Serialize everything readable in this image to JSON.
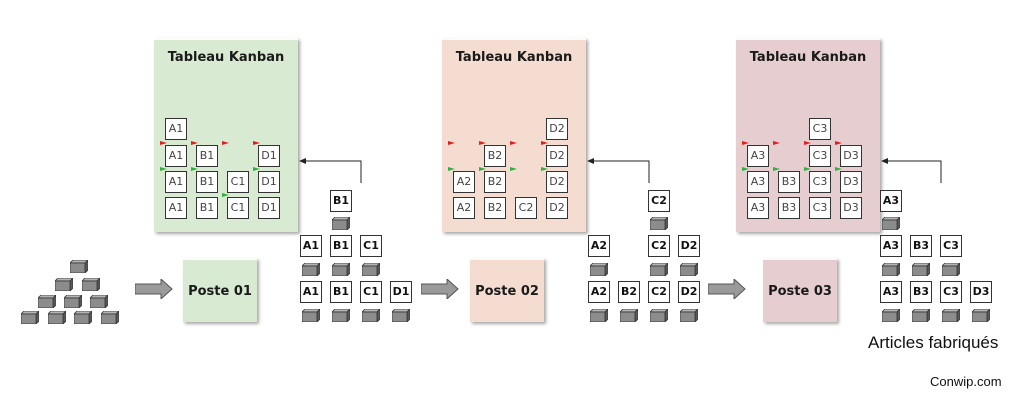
{
  "colors": {
    "board1": "#d9ead3",
    "board2": "#f4ddd0",
    "board3": "#e6cdcf",
    "flag_red": "#e02020",
    "flag_green": "#30b040",
    "brick": "#8c8c8c"
  },
  "boards": [
    {
      "title": "Tableau Kanban",
      "columns": [
        {
          "label": "A1",
          "count": 4
        },
        {
          "label": "B1",
          "count": 3
        },
        {
          "label": "C1",
          "count": 2
        },
        {
          "label": "D1",
          "count": 3
        }
      ]
    },
    {
      "title": "Tableau Kanban",
      "columns": [
        {
          "label": "A2",
          "count": 2
        },
        {
          "label": "B2",
          "count": 3
        },
        {
          "label": "C2",
          "count": 1
        },
        {
          "label": "D2",
          "count": 4
        }
      ]
    },
    {
      "title": "Tableau Kanban",
      "columns": [
        {
          "label": "A3",
          "count": 3
        },
        {
          "label": "B3",
          "count": 2
        },
        {
          "label": "C3",
          "count": 4
        },
        {
          "label": "D3",
          "count": 3
        }
      ]
    }
  ],
  "postes": [
    "Poste 01",
    "Poste 02",
    "Poste 03"
  ],
  "stocks": [
    {
      "columns": [
        {
          "label": "A1",
          "count": 2
        },
        {
          "label": "B1",
          "count": 3
        },
        {
          "label": "C1",
          "count": 2
        },
        {
          "label": "D1",
          "count": 1
        }
      ]
    },
    {
      "columns": [
        {
          "label": "A2",
          "count": 2
        },
        {
          "label": "B2",
          "count": 1
        },
        {
          "label": "C2",
          "count": 3
        },
        {
          "label": "D2",
          "count": 2
        }
      ]
    },
    {
      "columns": [
        {
          "label": "A3",
          "count": 3
        },
        {
          "label": "B3",
          "count": 2
        },
        {
          "label": "C3",
          "count": 2
        },
        {
          "label": "D3",
          "count": 1
        }
      ]
    }
  ],
  "raw_materials_count": 10,
  "captions": {
    "finished_goods": "Articles fabriqués",
    "source": "Conwip.com"
  }
}
